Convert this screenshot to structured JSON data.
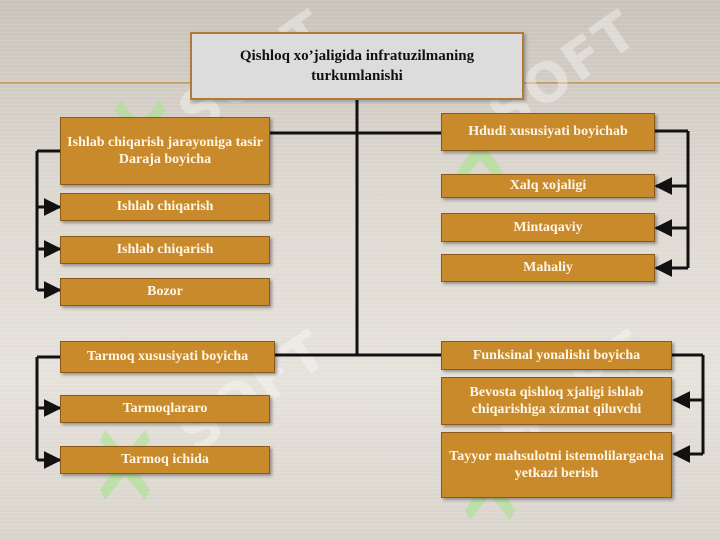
{
  "title": "Qishloq xo’jaligida infratuzilmaning turkumlanishi",
  "watermark": "SOFT",
  "groups": {
    "top_left": {
      "header": "Ishlab chiqarish jarayoniga tasir Daraja boyicha",
      "items": [
        "Ishlab chiqarish",
        "Ishlab chiqarish",
        "Bozor"
      ]
    },
    "top_right": {
      "header": "Hdudi xususiyati boyichab",
      "items": [
        "Xalq xojaligi",
        "Mintaqaviy",
        "Mahaliy"
      ]
    },
    "bottom_left": {
      "header": "Tarmoq xususiyati boyicha",
      "items": [
        "Tarmoqlararo",
        "Tarmoq ichida"
      ]
    },
    "bottom_right": {
      "header": "Funksinal yonalishi boyicha",
      "items": [
        "Bevosta qishloq xjaligi ishlab chiqarishiga xizmat qiluvchi",
        "Tayyor mahsulotni istemolilargacha yetkazi berish"
      ]
    }
  },
  "colors": {
    "box_fill": "#c98a2c",
    "box_border": "#8a5a1a",
    "connector": "#111111",
    "title_fill": "#dcdcdc"
  }
}
